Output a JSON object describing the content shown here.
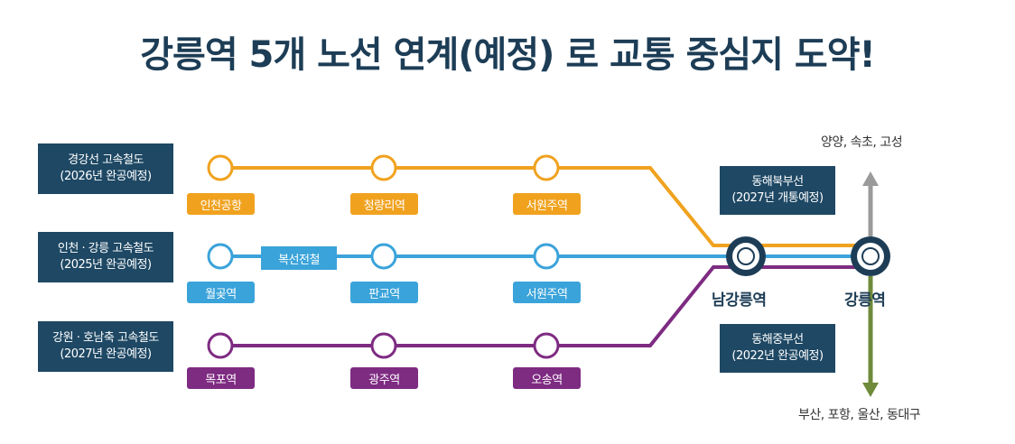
{
  "title": "강릉역 5개 노선 연계(예정) 로 교통 중심지 도약!",
  "lines": [
    {
      "name": "경강선 고속철도",
      "status": "(2026년 완공예정)",
      "color": "#f0a21f",
      "stations": [
        "인천공항",
        "청량리역",
        "서원주역"
      ]
    },
    {
      "name": "인천 · 강릉 고속철도",
      "status": "(2025년 완공예정)",
      "color": "#3aa3da",
      "stations": [
        "월곶역",
        "판교역",
        "서원주역"
      ]
    },
    {
      "name": "강원 · 호남축 고속철도",
      "status": "(2027년 완공예정)",
      "color": "#7e2b82",
      "stations": [
        "목포역",
        "광주역",
        "오송역"
      ]
    }
  ],
  "transfer_badge": "복선전철",
  "hubs": {
    "namgangneung": "남강릉역",
    "gangneung": "강릉역"
  },
  "north_line": {
    "name": "동해북부선",
    "status": "(2027년 개통예정)",
    "color": "#9a9a9a",
    "destinations": "양양, 속초, 고성"
  },
  "south_line": {
    "name": "동해중부선",
    "status": "(2022년 완공예정)",
    "color": "#6e8a3a",
    "destinations": "부산, 포항, 울산, 동대구"
  }
}
